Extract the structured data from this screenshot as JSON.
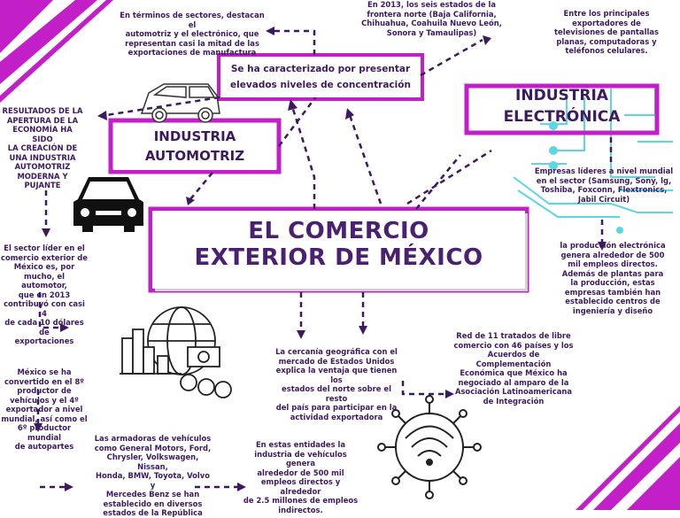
{
  "main_title": {
    "line1": "EL COMERCIO",
    "line2": "EXTERIOR DE MÉXICO"
  },
  "industria_automotriz": {
    "line1": "INDUSTRIA",
    "line2": "AUTOMOTRIZ"
  },
  "industria_electronica": {
    "line1": "INDUSTRIA",
    "line2": "ELECTRÓNICA"
  },
  "concentracion_box": {
    "line1": "Se ha caracterizado por presentar",
    "line2": "elevados niveles de concentración"
  },
  "notes": {
    "sectores": [
      "En términos de sectores, destacan el",
      "automotriz y el electrónico, que",
      "representan casi la mitad de las",
      "exportaciones de manufactura"
    ],
    "estados": [
      "En 2013, los seis estados de la",
      "frontera norte (Baja California,",
      "Chihuahua, Coahuila Nuevo León,",
      "Sonora y Tamaulipas)"
    ],
    "exportadores": [
      "Entre los principales",
      "exportadores de",
      "televisiones de pantallas",
      "planas, computadoras y",
      "teléfonos celulares."
    ],
    "resultados": [
      "RESULTADOS DE LA",
      "APERTURA DE LA",
      "ECONOMÍA HA SIDO",
      "LA CREACIÓN DE",
      "UNA INDUSTRIA",
      "AUTOMOTRIZ",
      "MODERNA Y",
      "PUJANTE"
    ],
    "empresas_lideres": [
      "Empresas líderes a nivel mundial",
      "en el sector (Samsung, Sony, lg,",
      "Toshiba, Foxconn, Flextronics,",
      "Jabil Circuit)"
    ],
    "sector_lider": [
      "El sector líder en el",
      "comercio exterior de",
      "México es, por",
      "mucho, el automotor,",
      "que en 2013",
      "contribuyó con casi 4",
      "de cada 10 dólares de",
      "exportaciones"
    ],
    "produccion_electronica": [
      "la producción electrónica",
      "genera alrededor de 500",
      "mil empleos directos.",
      "Además de plantas para",
      "la producción, estas",
      "empresas también han",
      "establecido centros de",
      "ingeniería y diseño"
    ],
    "cercania": [
      "La cercanía geográfica con el",
      "mercado de Estados Unidos",
      "explica la ventaja que tienen los",
      "estados del norte sobre el resto",
      "del país para participar en la",
      "actividad exportadora"
    ],
    "tratados": [
      "Red de 11 tratados de libre",
      "comercio con 46 países y los",
      "Acuerdos de",
      "Complementación",
      "Económica que México ha",
      "negociado al amparo de la",
      "Asociación Latinoamericana",
      "de Integración"
    ],
    "productor": [
      "México se ha",
      "convertido en el 8º",
      "productor de",
      "vehículos y el 4º",
      "exportador a nivel",
      "mundial, así como el",
      "6º productor mundial",
      "de autopartes"
    ],
    "armadoras": [
      "Las armadoras de vehículos",
      "como General Motors, Ford,",
      "Chrysler, Volkswagen, Nissan,",
      "Honda, BMW, Toyota, Volvo y",
      "Mercedes Benz se han",
      "establecido en diversos",
      "estados de la República"
    ],
    "entidades": [
      "En estas entidades la",
      "industria de vehículos genera",
      "alrededor de 500 mil",
      "empleos directos y alrededor",
      "de 2.5 millones de empleos",
      "indirectos."
    ]
  },
  "colors": {
    "purple": "#8a2be2",
    "magenta": "#c21fc9",
    "dark": "#3d1a60",
    "cyan": "#3fd0e0"
  }
}
